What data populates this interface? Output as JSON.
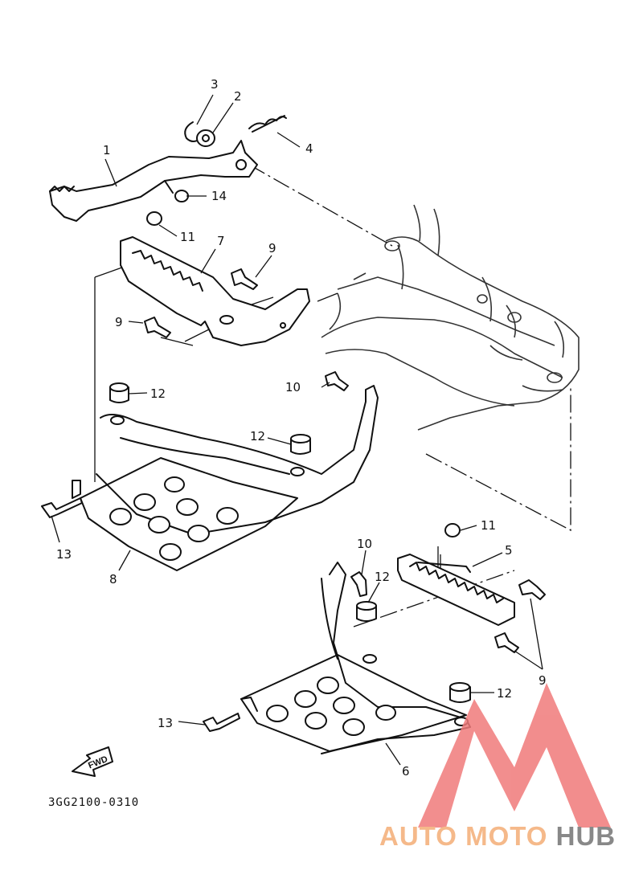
{
  "diagram_code": "3GG2100-0310",
  "fwd_label": "FWD",
  "watermark": {
    "part1": "AUTO",
    "part2": "MOTO",
    "part3": "HUB",
    "color_light": "#f5b98a",
    "color_dark": "#888888",
    "triangle_color": "#f07a7a"
  },
  "labels": {
    "p1": "1",
    "p2": "2",
    "p3": "3",
    "p4": "4",
    "p5": "5",
    "p6": "6",
    "p7": "7",
    "p8": "8",
    "p9_upper": "9",
    "p9_left": "9",
    "p9_right": "9",
    "p10_upper": "10",
    "p10_lower": "10",
    "p11_upper": "11",
    "p11_lower": "11",
    "p12_upper_left": "12",
    "p12_upper_mid": "12",
    "p12_lower_mid": "12",
    "p12_lower_right": "12",
    "p13_left": "13",
    "p13_lower": "13",
    "p14": "14"
  }
}
